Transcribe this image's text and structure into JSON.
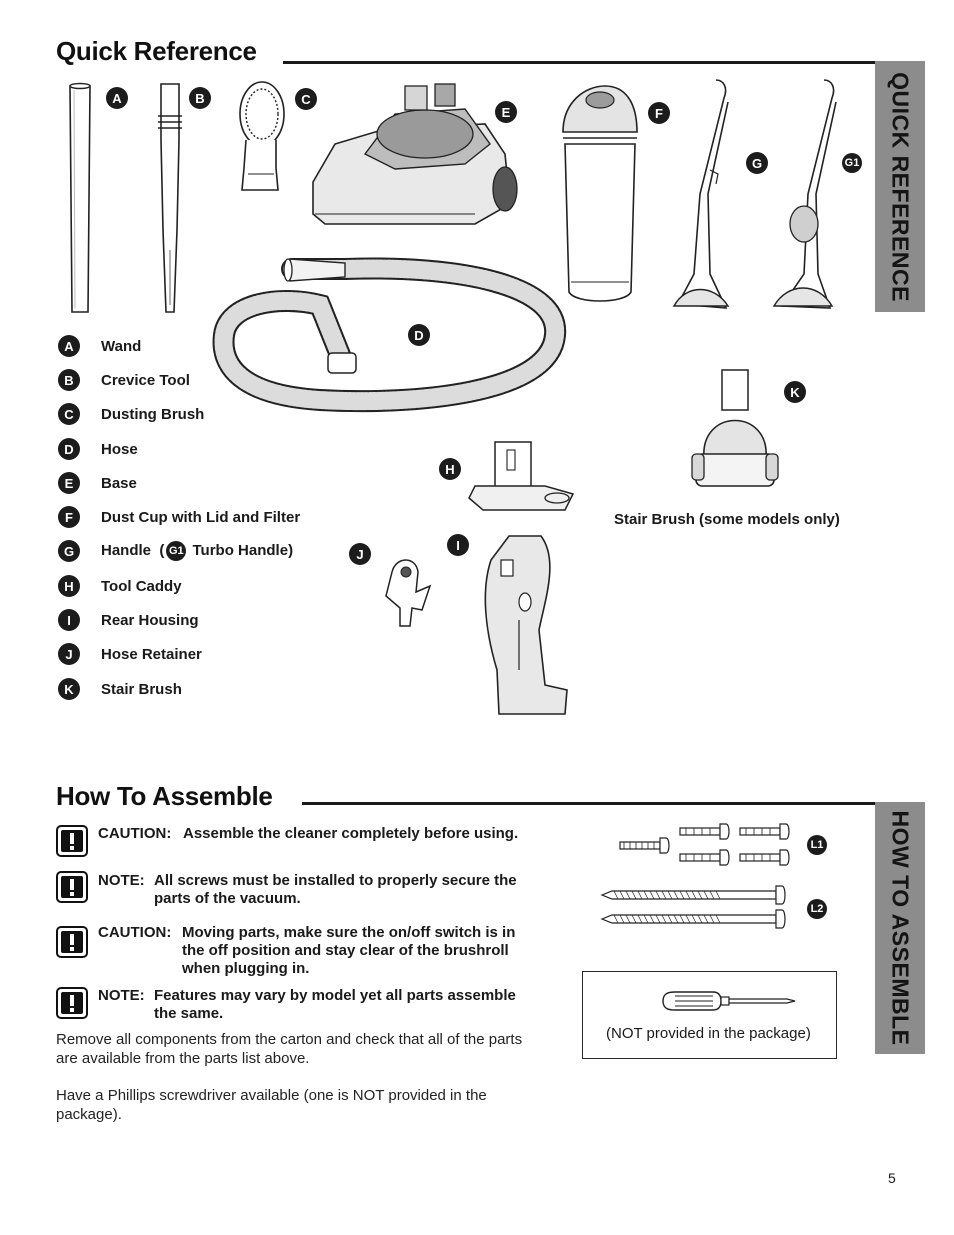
{
  "quick_reference": {
    "title": "Quick Reference",
    "side_tab": "QUICK REFERENCE",
    "figure_badges": [
      "A",
      "B",
      "C",
      "D",
      "E",
      "F",
      "G",
      "G1",
      "H",
      "I",
      "J",
      "K"
    ],
    "parts": [
      {
        "letter": "A",
        "label": "Wand"
      },
      {
        "letter": "B",
        "label": "Crevice Tool"
      },
      {
        "letter": "C",
        "label": "Dusting Brush"
      },
      {
        "letter": "D",
        "label": "Hose"
      },
      {
        "letter": "E",
        "label": "Base"
      },
      {
        "letter": "F",
        "label": "Dust Cup with Lid and Filter"
      },
      {
        "letter": "G",
        "label_pre": "Handle  (",
        "inline_badge": "G1",
        "label_post": " Turbo Handle)"
      },
      {
        "letter": "H",
        "label": "Tool Caddy"
      },
      {
        "letter": "I",
        "label": "Rear Housing"
      },
      {
        "letter": "J",
        "label": "Hose Retainer"
      },
      {
        "letter": "K",
        "label": "Stair Brush"
      }
    ],
    "stair_brush_caption": "Stair Brush (some models only)"
  },
  "how_to_assemble": {
    "title": "How To Assemble",
    "side_tab": "HOW TO ASSEMBLE",
    "notices": [
      {
        "label": "CAUTION:",
        "text": "Assemble the cleaner completely before using."
      },
      {
        "label": "NOTE:",
        "text": "All screws must be installed to properly secure the parts of the vacuum."
      },
      {
        "label": "CAUTION:",
        "text": "Moving parts, make sure the on/off switch is in the off position and stay clear of the brushroll when plugging in."
      },
      {
        "label": "NOTE:",
        "text": "Features may vary by model yet all parts assemble the same."
      }
    ],
    "paragraphs": [
      "Remove all components from the carton and check that all of the parts are available from the parts list above.",
      "Have a Phillips screwdriver available (one is NOT provided in the package)."
    ],
    "screw_badges": [
      "L1",
      "L2"
    ],
    "tool_caption": "(NOT provided in the package)"
  },
  "page_number": "5",
  "colors": {
    "text": "#1a1a1a",
    "side_tab": "#8c8c8c",
    "badge": "#1c1c1c"
  },
  "icons": [
    "warning-icon",
    "screwdriver-icon",
    "screw-icon"
  ]
}
